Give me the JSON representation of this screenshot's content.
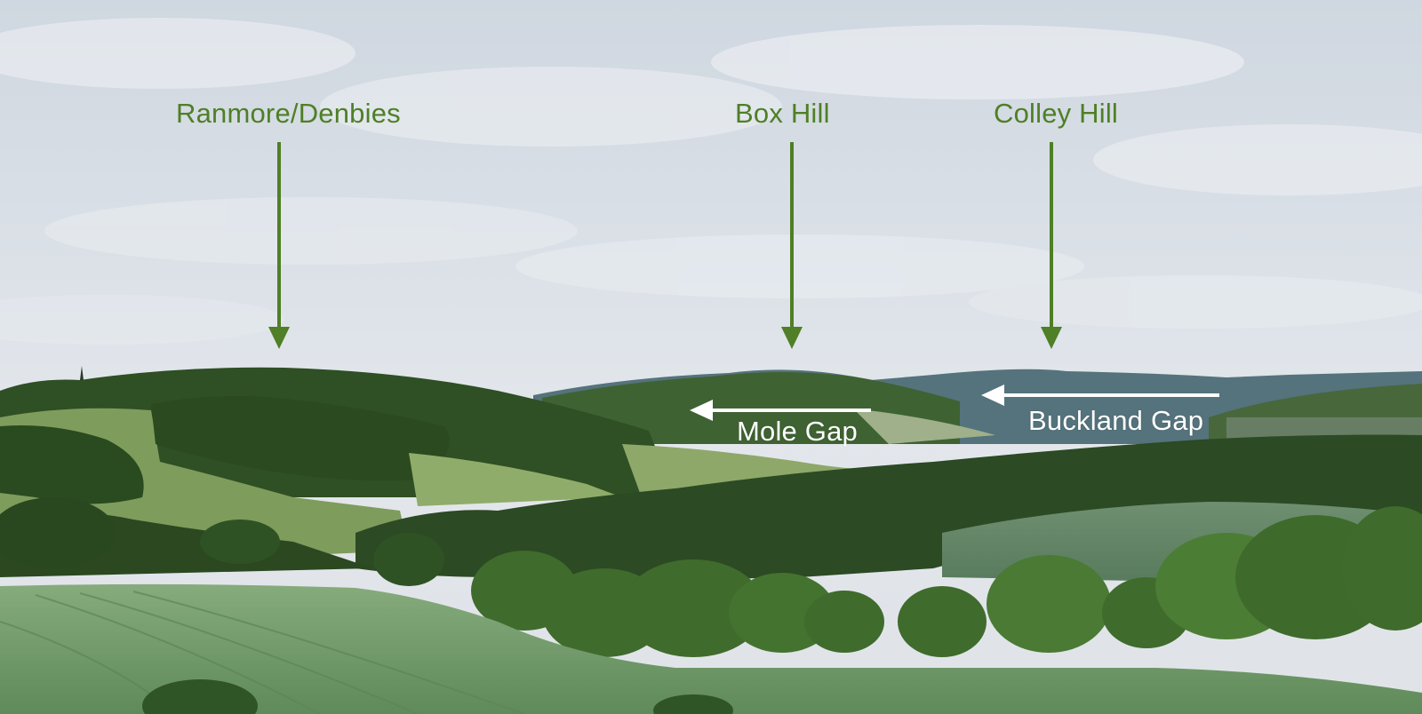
{
  "annotations": {
    "peaks": [
      {
        "label": "Ranmore/Denbies",
        "arrow": "down",
        "color": "#4f7f26"
      },
      {
        "label": "Box Hill",
        "arrow": "down",
        "color": "#4f7f26"
      },
      {
        "label": "Colley Hill",
        "arrow": "down",
        "color": "#4f7f26"
      }
    ],
    "gaps": [
      {
        "label": "Mole Gap",
        "arrow": "left",
        "color": "#ffffff"
      },
      {
        "label": "Buckland Gap",
        "arrow": "left",
        "color": "#ffffff"
      }
    ]
  },
  "colors": {
    "sky": "#dfe4ea",
    "distant_hills": "#4f6f78",
    "woodland": "#2e4f22",
    "field": "#6f9a6a",
    "annotation_green": "#4f7f26",
    "annotation_white": "#ffffff"
  }
}
